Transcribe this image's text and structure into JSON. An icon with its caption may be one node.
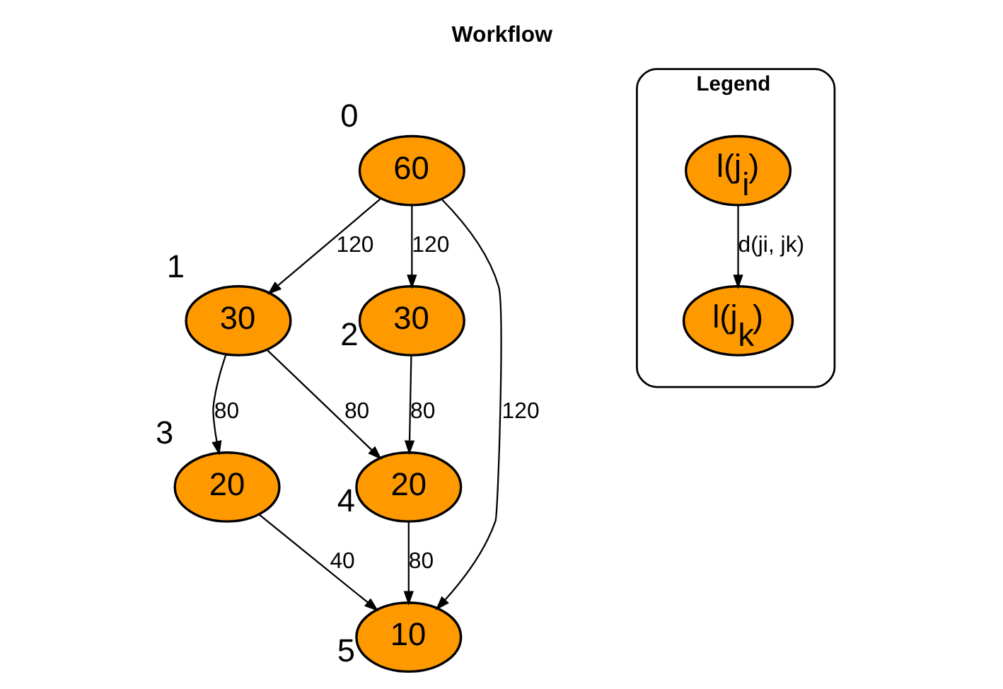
{
  "diagram": {
    "title": "Workflow",
    "nodes": [
      {
        "text": [
          "60"
        ],
        "beside": [
          "0"
        ]
      },
      {
        "text": [
          "30"
        ],
        "beside": [
          "1"
        ]
      },
      {
        "text": [
          "30"
        ],
        "beside": [
          "2"
        ]
      },
      {
        "text": [
          "20"
        ],
        "beside": [
          "3"
        ]
      },
      {
        "text": [
          "20"
        ],
        "beside": [
          "4"
        ]
      },
      {
        "text": [
          "10"
        ],
        "beside": [
          "5"
        ]
      },
      {
        "text": [
          "Legend"
        ]
      },
      {
        "text": [
          "l(j$_{i}$)"
        ],
        "in": 6
      },
      {
        "text": [
          "l(j$_{k}$)"
        ],
        "in": 6
      }
    ],
    "edges": [
      {
        "from": 0,
        "to": 1,
        "arrow": "to",
        "label": "120"
      },
      {
        "from": 0,
        "to": 2,
        "arrow": "to",
        "label": "120"
      },
      {
        "from": 0,
        "to": 5,
        "arrow": "to",
        "label": "120"
      },
      {
        "from": 1,
        "to": 3,
        "arrow": "to",
        "label": "80"
      },
      {
        "from": 1,
        "to": 4,
        "arrow": "to",
        "label": "80"
      },
      {
        "from": 2,
        "to": 4,
        "arrow": "to",
        "label": "80"
      },
      {
        "from": 3,
        "to": 5,
        "arrow": "to",
        "label": "40"
      },
      {
        "from": 4,
        "to": 5,
        "arrow": "to",
        "label": "80"
      },
      {
        "from": 7,
        "to": 8,
        "arrow": "to",
        "label": "d(ji, jk)"
      }
    ]
  }
}
